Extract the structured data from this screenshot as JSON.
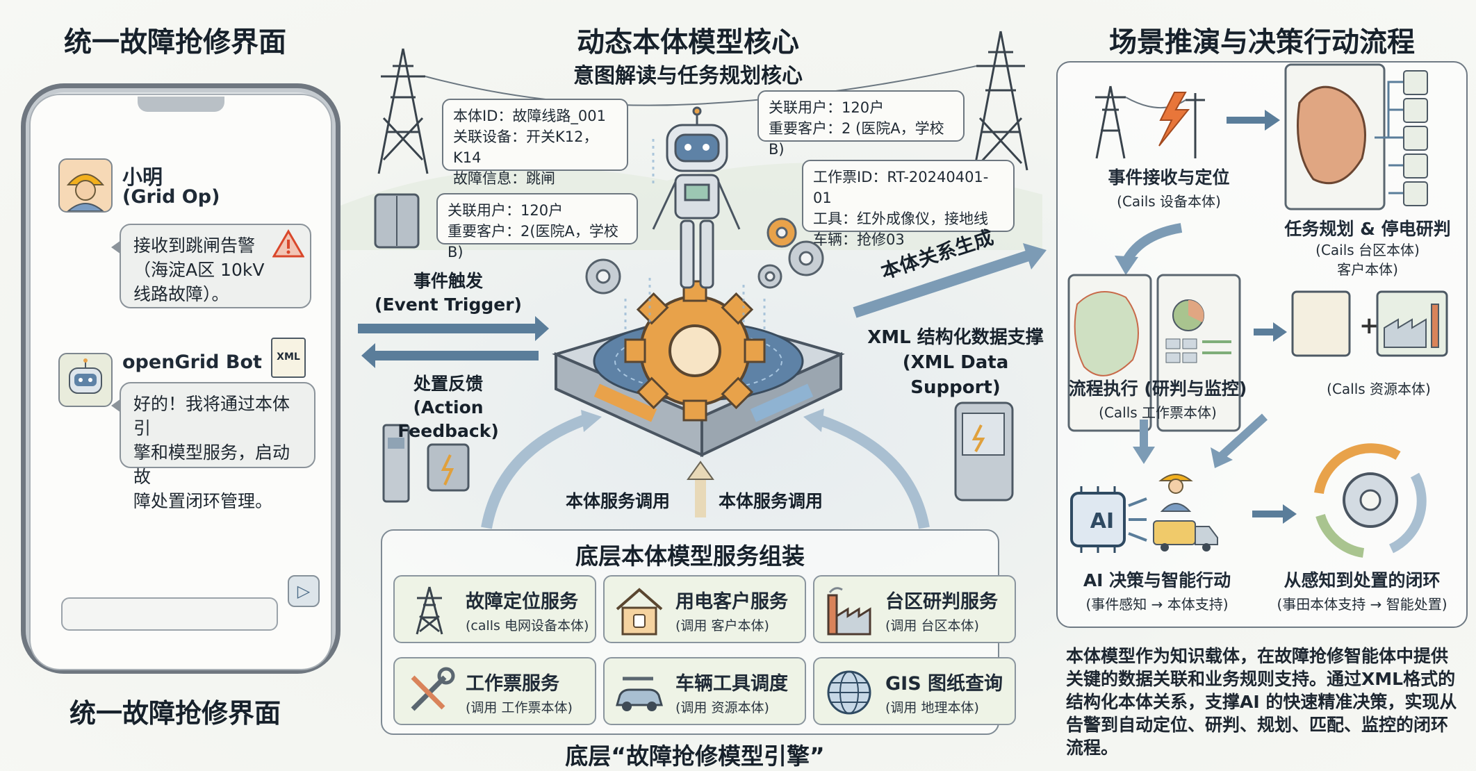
{
  "left": {
    "title_top": "统一故障抢修界面",
    "title_bottom": "统一故障抢修界面",
    "user": {
      "name": "小明",
      "role": "(Grid Op)"
    },
    "user_message": [
      "接收到跳闸告警",
      "（海淀A区 10kV",
      "线路故障）。"
    ],
    "bot": {
      "name": "openGrid Bot",
      "file_label": "XML"
    },
    "bot_message": [
      "好的！我将通过本体引",
      "擎和模型服务，启动故",
      "障处置闭环管理。"
    ]
  },
  "center": {
    "title": "动态本体模型核心",
    "subtitle": "意图解读与任务规划核心",
    "callout_1": [
      "本体ID：故障线路_001",
      "关联设备：开关K12，K14",
      "故障信息：跳闸"
    ],
    "callout_2": [
      "关联用户：120户",
      "重要客户：2(医院A，学校B)"
    ],
    "callout_3": [
      "关联用户：120户",
      "重要客户：2 (医院A，学校B)"
    ],
    "callout_4": [
      "工作票ID：RT-20240401-01",
      "工具：红外成像仪，接地线",
      "车辆：抢修03"
    ],
    "event_trigger": [
      "事件触发",
      "(Event Trigger)"
    ],
    "action_feedback": [
      "处置反馈",
      "(Action Feedback)"
    ],
    "relation_gen": "本体关系生成",
    "xml_support": [
      "XML 结构化数据支撑",
      "(XML Data Support)"
    ],
    "service_call_left": "本体服务调用",
    "service_call_right": "本体服务调用"
  },
  "services": {
    "title": "底层本体模型服务组装",
    "engine_title": "底层“故障抢修模型引擎”",
    "items": [
      {
        "name": "故障定位服务",
        "sub": "(calls 电网设备本体)",
        "icon": "tower-icon"
      },
      {
        "name": "用电客户服务",
        "sub": "(调用 客户本体)",
        "icon": "house-icon"
      },
      {
        "name": "台区研判服务",
        "sub": "(调用 台区本体)",
        "icon": "factory-icon"
      },
      {
        "name": "工作票服务",
        "sub": "(调用 工作票本体)",
        "icon": "tools-icon"
      },
      {
        "name": "车辆工具调度",
        "sub": "(调用 资源本体)",
        "icon": "car-icon"
      },
      {
        "name": "GIS 图纸查询",
        "sub": "(调用 地理本体)",
        "icon": "globe-icon"
      }
    ]
  },
  "right": {
    "title": "场景推演与决策行动流程",
    "steps": {
      "receive": {
        "label": "事件接收与定位",
        "sub": "(Cails 设备本体)"
      },
      "plan": {
        "label": "任务规划 & 停电研判",
        "sub": [
          "(Cails 台区本体)",
          "客户本体)"
        ]
      },
      "execute": {
        "label": "流程执行 (研判与监控)",
        "sub": "(Calls 工作票本体)"
      },
      "resource": {
        "sub": "(Calls 资源本体)"
      },
      "ai": {
        "label": "AI 决策与智能行动",
        "sub": "(事件感知 → 本体支持)",
        "chip": "AI"
      },
      "loop": {
        "label": "从感知到处置的闭环",
        "sub": "(事田本体支持 → 智能处置)"
      }
    },
    "summary": "本体模型作为知识载体，在故障抢修智能体中提供关键的数据关联和业务规则支持。通过XML格式的结构化本体关系，支撑AI 的快速精准决策，实现从告警到自动定位、研判、规划、匹配、监控的闭环流程。"
  },
  "colors": {
    "accent_orange": "#e8a24a",
    "alert_red": "#d9472b",
    "soft_green": "#eef3e6",
    "steel_blue": "#5a7d9a"
  }
}
